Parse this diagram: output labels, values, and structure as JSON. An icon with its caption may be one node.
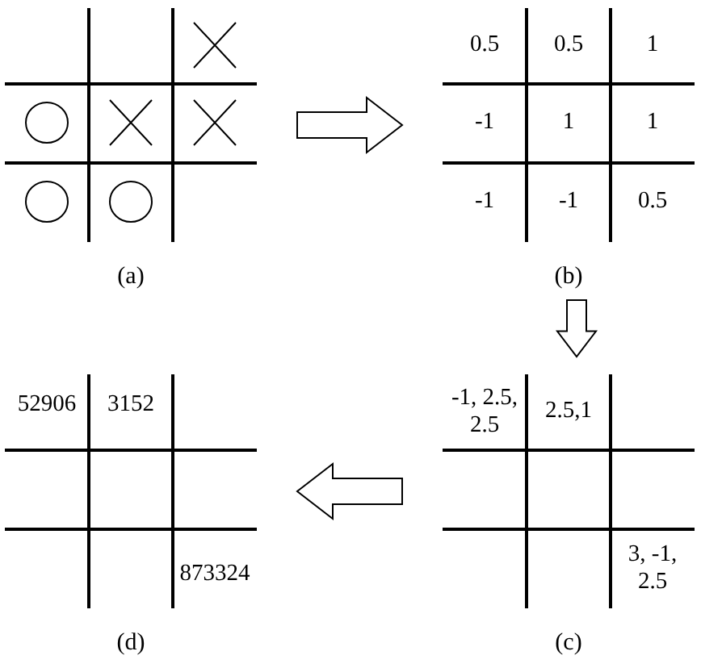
{
  "diagram": {
    "nodes": [
      {
        "text": [],
        "shape": "picture",
        "beside": [
          "(a)"
        ]
      },
      {
        "text": [
          "0.5",
          "0.5",
          "1",
          "-1",
          "1",
          "1",
          "-1",
          "-1",
          "0.5"
        ],
        "beside": [
          "(b)"
        ]
      },
      {
        "text": [
          "-1, 2.5, 2.5",
          "2.5,1",
          "3, -1, 2.5"
        ],
        "beside": [
          "(c)"
        ]
      },
      {
        "text": [
          "52906",
          "3152",
          "873324"
        ],
        "beside": [
          "(d)"
        ]
      }
    ],
    "edges": [
      {
        "from": 0,
        "to": 1,
        "arrow": "to"
      },
      {
        "from": 1,
        "to": 2,
        "arrow": "to"
      },
      {
        "from": 2,
        "to": 3,
        "arrow": "to"
      }
    ]
  }
}
